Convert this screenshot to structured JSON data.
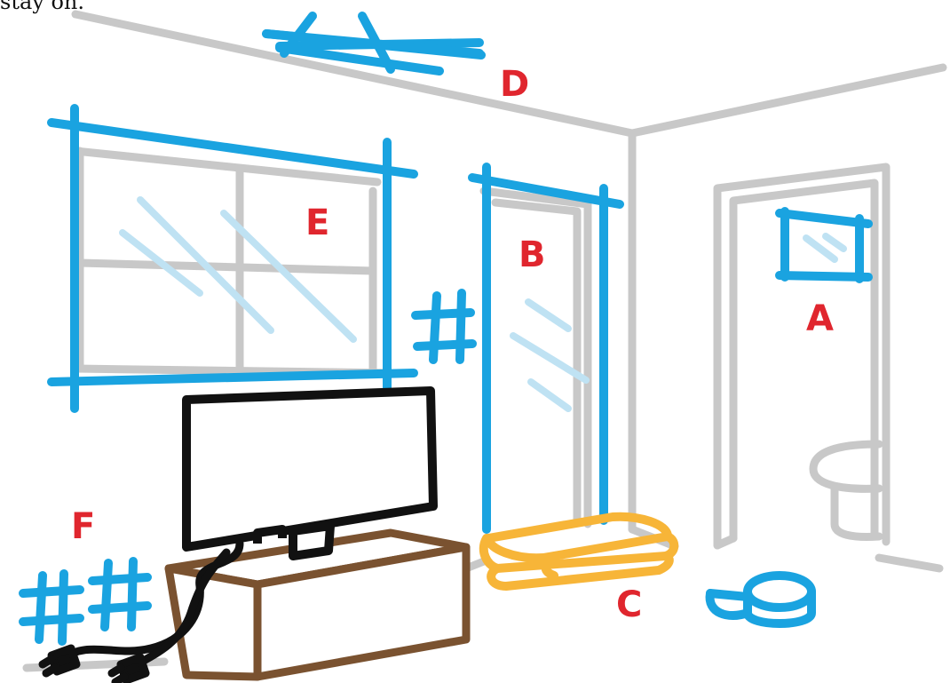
{
  "caption": "stay on.",
  "labels": {
    "a": "A",
    "b": "B",
    "c": "C",
    "d": "D",
    "e": "E",
    "f": "F"
  },
  "colors": {
    "room_lines": "#c8c8c8",
    "tape_marks": "#1aa3e0",
    "label_text": "#e0262e",
    "tv": "#111111",
    "tv_stand": "#7a5230",
    "towels": "#f7b538",
    "glare": "#bfe2f3",
    "background": "#ffffff"
  },
  "icons": {
    "tape_hash_middle": "hash-tape-icon",
    "tape_hash_left_1": "hash-tape-icon",
    "tape_hash_left_2": "hash-tape-icon",
    "tape_roll": "tape-roll-icon",
    "plugs": "power-plug-icon"
  }
}
